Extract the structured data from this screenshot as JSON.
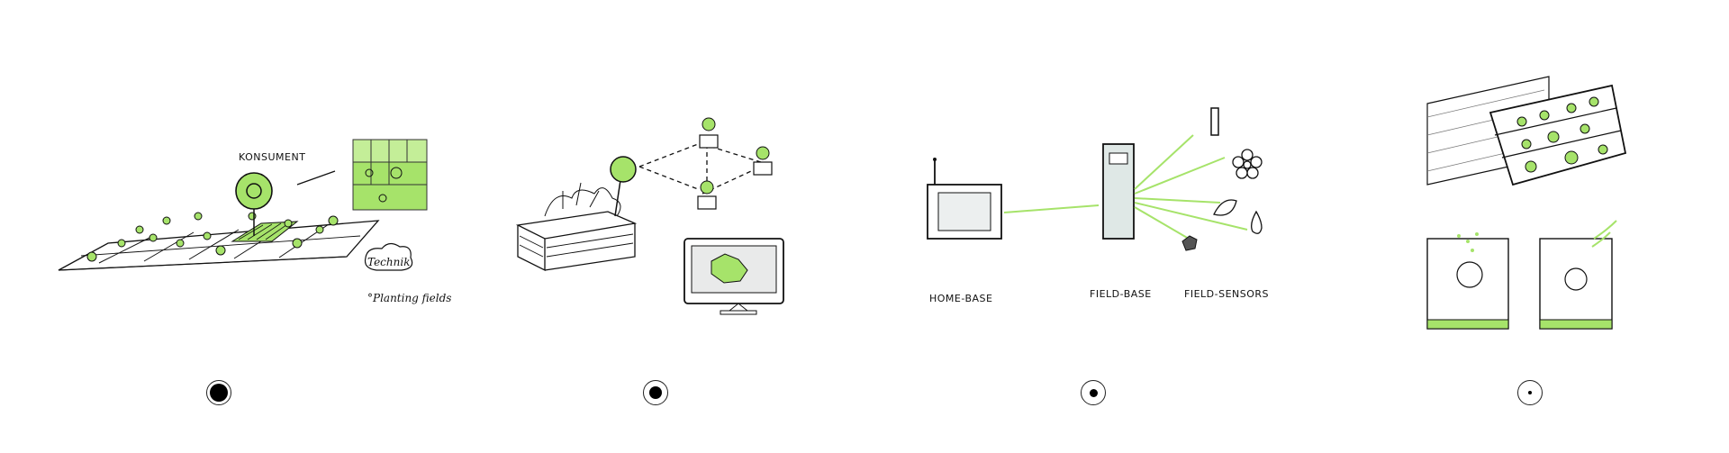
{
  "slides": [
    {
      "labels": {
        "konsument": "KONSUMENT",
        "technik": "Technik",
        "planting": "°Planting fields"
      }
    },
    {
      "labels": {}
    },
    {
      "labels": {
        "home_base": "HOME-BASE",
        "field_base": "FIELD-BASE",
        "field_sensors": "FIELD-SENSORS"
      }
    },
    {
      "labels": {}
    }
  ],
  "pagination": {
    "count": 4,
    "active_index": 0
  },
  "colors": {
    "accent_green": "#a6e36a",
    "ink": "#111111",
    "gray": "#c9d0cf"
  },
  "icons": [
    "map-pin-icon",
    "flower-icon",
    "leaf-icon",
    "drop-icon",
    "monitor-icon",
    "antenna-icon"
  ]
}
